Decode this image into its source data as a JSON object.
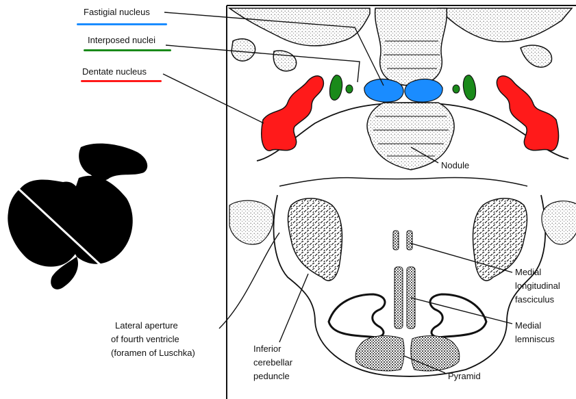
{
  "labels": {
    "fastigial": "Fastigial nucleus",
    "interposed": "Interposed nuclei",
    "dentate": "Dentate nucleus",
    "nodule": "Nodule",
    "mlf_1": "Medial",
    "mlf_2": "longitudinal",
    "mlf_3": "fasciculus",
    "ml_1": "Medial",
    "ml_2": "lemniscus",
    "lateral_1": "Lateral aperture",
    "lateral_2": "of fourth ventricle",
    "lateral_3": "(foramen of Luschka)",
    "icp_1": "Inferior",
    "icp_2": "cerebellar",
    "icp_3": "peduncle",
    "pyramid": "Pyramid"
  },
  "colors": {
    "fastigial": "#1a8cff",
    "interposed": "#1a8a1a",
    "dentate": "#ff1a1a",
    "ink": "#111111",
    "stipple": "#9a9a9a"
  },
  "icons": {
    "orientation": "brainstem-cerebellum-silhouette-icon"
  }
}
